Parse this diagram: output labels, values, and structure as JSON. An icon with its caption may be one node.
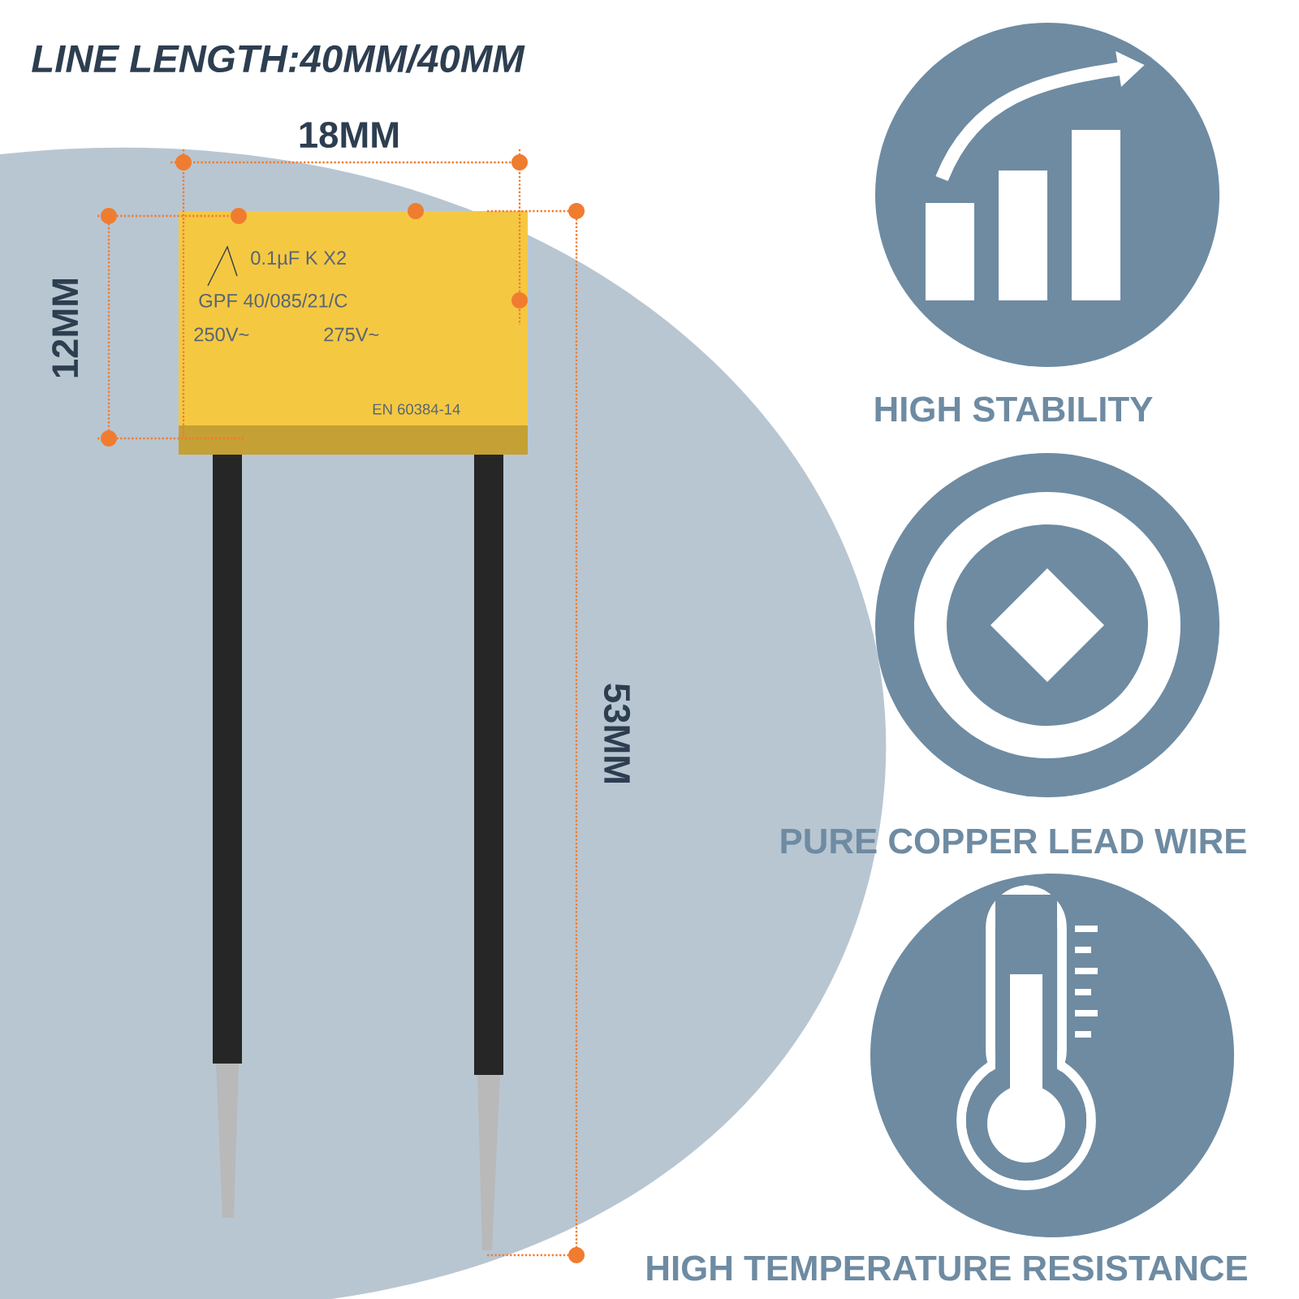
{
  "diagram": {
    "title": "LINE LENGTH:40MM/40MM",
    "labels": [
      "18MM",
      "12MM",
      "0.1µF K X2",
      "GPF 40/085/21/C",
      "250V~",
      "275V~",
      "EN 60384-14",
      "53MM",
      "HIGH STABILITY",
      "PURE COPPER LEAD WIRE",
      "HIGH TEMPERATURE RESISTANCE"
    ]
  }
}
